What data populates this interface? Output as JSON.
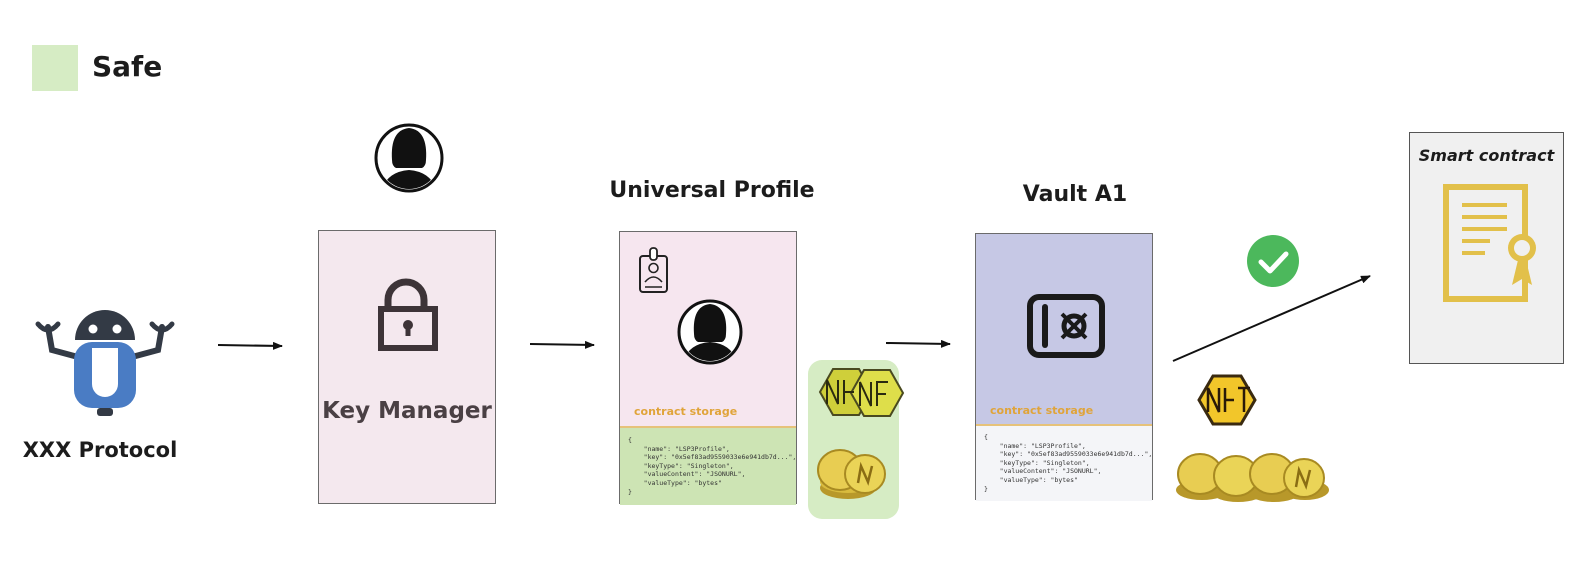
{
  "legend": {
    "label": "Safe",
    "color": "#d6ecc4"
  },
  "protocol": {
    "label": "XXX Protocol",
    "icon": "robot-icon"
  },
  "key_manager": {
    "label": "Key Manager",
    "icon": "lock-icon",
    "owner_icon": "user-avatar-icon"
  },
  "universal_profile": {
    "title": "Universal Profile",
    "storage_label": "contract storage",
    "code": "{\n    \"name\": \"LSP3Profile\",\n    \"key\": \"0x5ef83ad9559033e6e941db7d...\",\n    \"keyType\": \"Singleton\",\n    \"valueContent\": \"JSONURL\",\n    \"valueType\": \"bytes\"\n}"
  },
  "vault": {
    "title": "Vault A1",
    "storage_label": "contract storage",
    "code": "{\n    \"name\": \"LSP3Profile\",\n    \"key\": \"0x5ef83ad9559033e6e941db7d...\",\n    \"keyType\": \"Singleton\",\n    \"valueContent\": \"JSONURL\",\n    \"valueType\": \"bytes\"\n}"
  },
  "smart_contract": {
    "title": "Smart contract",
    "icon": "certificate-icon"
  },
  "colors": {
    "safe": "#d6ecc4",
    "key_manager_bg": "#f4e8ee",
    "profile_bg": "#f6e6ef",
    "vault_bg": "#c6c8e5",
    "storage_label": "#e0a43a",
    "check": "#4cb85c",
    "certificate": "#e2c04a",
    "robot_blue": "#4a7cc4"
  }
}
